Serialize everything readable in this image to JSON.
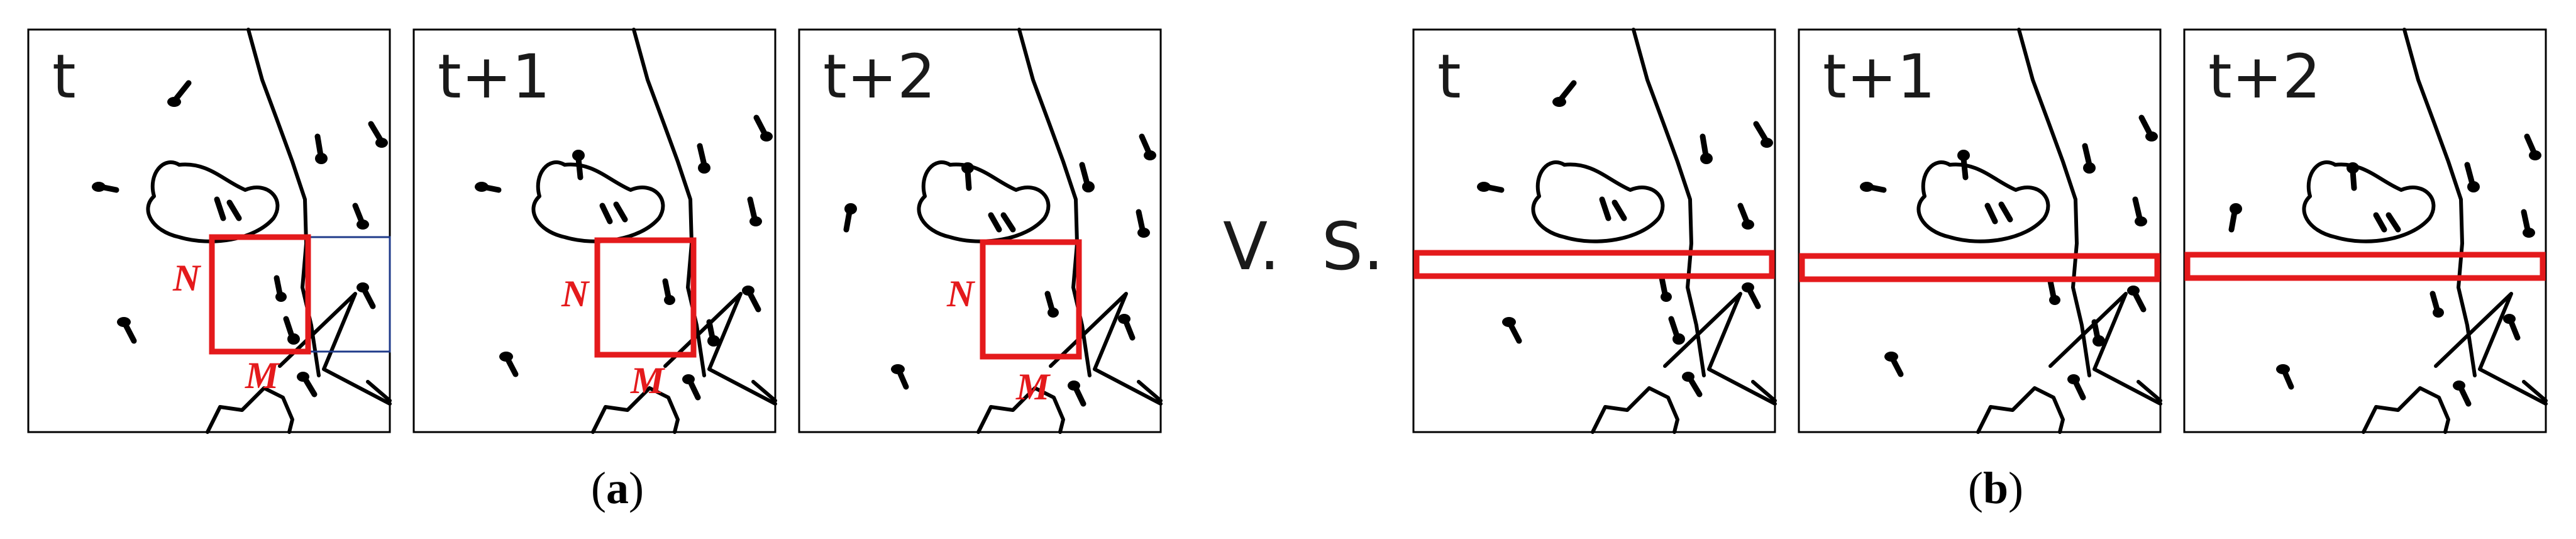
{
  "figure": {
    "group_a": {
      "frame_labels": [
        "t",
        "t+1",
        "t+2"
      ],
      "corner_top_left": "N",
      "corner_bottom": "M",
      "caption_open": "(",
      "caption_letter": "a",
      "caption_close": ")"
    },
    "separator": "V.  S.",
    "group_b": {
      "frame_labels": [
        "t",
        "t+1",
        "t+2"
      ],
      "caption_open": "(",
      "caption_letter": "b",
      "caption_close": ")"
    }
  },
  "colors": {
    "highlight_box": "#e41a1c",
    "extension_box": "#1f3b8a",
    "ink": "#000000"
  }
}
